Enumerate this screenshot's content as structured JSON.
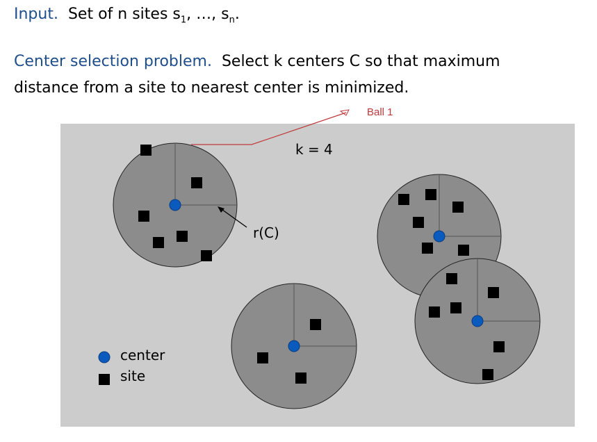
{
  "input_line": {
    "label": "Input.",
    "text": "Set of n sites s",
    "sub1": "1",
    "mid": ", …, s",
    "subn": "n",
    "end": "."
  },
  "problem": {
    "label": "Center selection problem.",
    "text1": "Select k centers C so that maximum",
    "text2": "distance from a site to nearest center is minimized."
  },
  "diagram": {
    "k_label": "k = 4",
    "radius_label": "r(C)",
    "ball_annotation": "Ball 1",
    "legend": {
      "center": "center",
      "site": "site"
    },
    "colors": {
      "background": "#cccccc",
      "ball": "#8c8c8c",
      "center": "#0b5bbf",
      "site": "#000000",
      "annotation": "#c0393b"
    }
  }
}
